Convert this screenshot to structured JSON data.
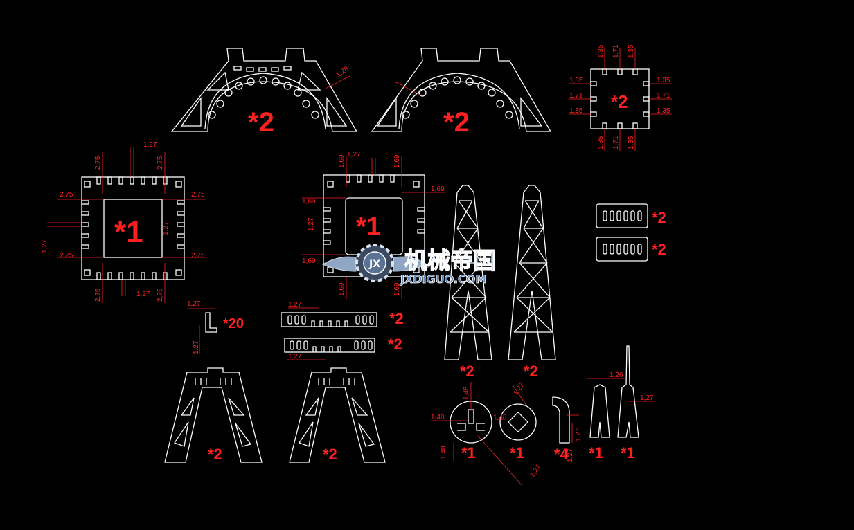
{
  "drawing": {
    "background": "#000000",
    "line_color": "#ffffff",
    "annotation_color": "#ff2020",
    "quantities": {
      "arch_left": "*2",
      "arch_right": "*2",
      "small_plate_top_right": "*2",
      "square_plate_left": "*1",
      "square_plate_mid": "*1",
      "clip": "*20",
      "strip_top": "*2",
      "strip_bottom": "*2",
      "slot_tab_top": "*2",
      "slot_tab_bottom": "*2",
      "leg_bottom_left": "*2",
      "leg_bottom_mid": "*2",
      "pillar_left": "*2",
      "pillar_right": "*2",
      "round_a": "*1",
      "round_b": "*1",
      "hook": "*4",
      "spike_a": "*1",
      "spike_b": "*1"
    },
    "dimensions": {
      "d_1_27": "1,27",
      "d_2_75": "2,75",
      "d_1_69": "1,69",
      "d_1_35": "1,35",
      "d_1_71": "1,71",
      "d_1_28": "1,28",
      "d_1_48": "1,48",
      "d_1_26": "1,26"
    }
  },
  "watermark": {
    "title": "机械帝国",
    "subtitle": "JXDIGUO.COM",
    "logo_text": "JX"
  }
}
